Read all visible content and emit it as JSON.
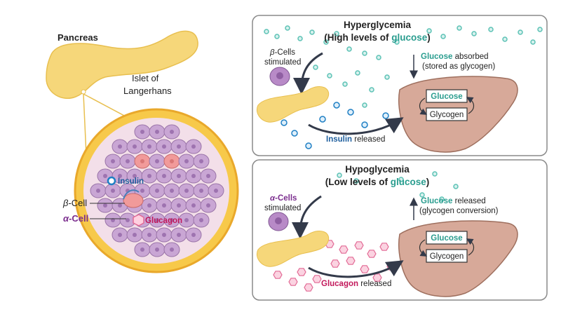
{
  "left": {
    "pancreas_label": "Pancreas",
    "islet_label_line1": "Islet of",
    "islet_label_line2": "Langerhans",
    "insulin_label": "Insulin",
    "glucagon_label": "Glucagon",
    "beta_cell_greek": "β",
    "beta_cell_suffix": "-Cell",
    "alpha_cell_greek": "α",
    "alpha_cell_suffix": "-Cell"
  },
  "top_panel": {
    "title_line1": "Hyperglycemia",
    "title_line2_prefix": "(High levels of ",
    "title_line2_highlight": "glucose",
    "title_line2_suffix": ")",
    "cells_greek": "β",
    "cells_suffix": "-Cells",
    "cells_line2": "stimulated",
    "absorbed_highlight": "Glucose",
    "absorbed_suffix": " absorbed",
    "absorbed_line2": "(stored as glycogen)",
    "box_glucose": "Glucose",
    "box_glycogen": "Glycogen",
    "released_highlight": "Insulin",
    "released_suffix": " released"
  },
  "bottom_panel": {
    "title_line1": "Hypoglycemia",
    "title_line2_prefix": "(Low levels of ",
    "title_line2_highlight": "glucose",
    "title_line2_suffix": ")",
    "cells_greek": "α",
    "cells_suffix": "-Cells",
    "cells_line2": "stimulated",
    "released_glucose_highlight": "Glucose",
    "released_glucose_suffix": " released",
    "released_glucose_line2": "(glycogen conversion)",
    "box_glucose": "Glucose",
    "box_glycogen": "Glycogen",
    "released_highlight": "Glucagon",
    "released_suffix": " released"
  },
  "colors": {
    "pancreas": "#f6d77a",
    "liver": "#d7a999",
    "glucose": "#5cc2b5",
    "insulin": "#1f7fc4",
    "glucagon": "#e26a95",
    "alpha_cell": "#a77ab8",
    "beta_cell": "#e99a9a",
    "panel_border": "#8a8a8a"
  }
}
